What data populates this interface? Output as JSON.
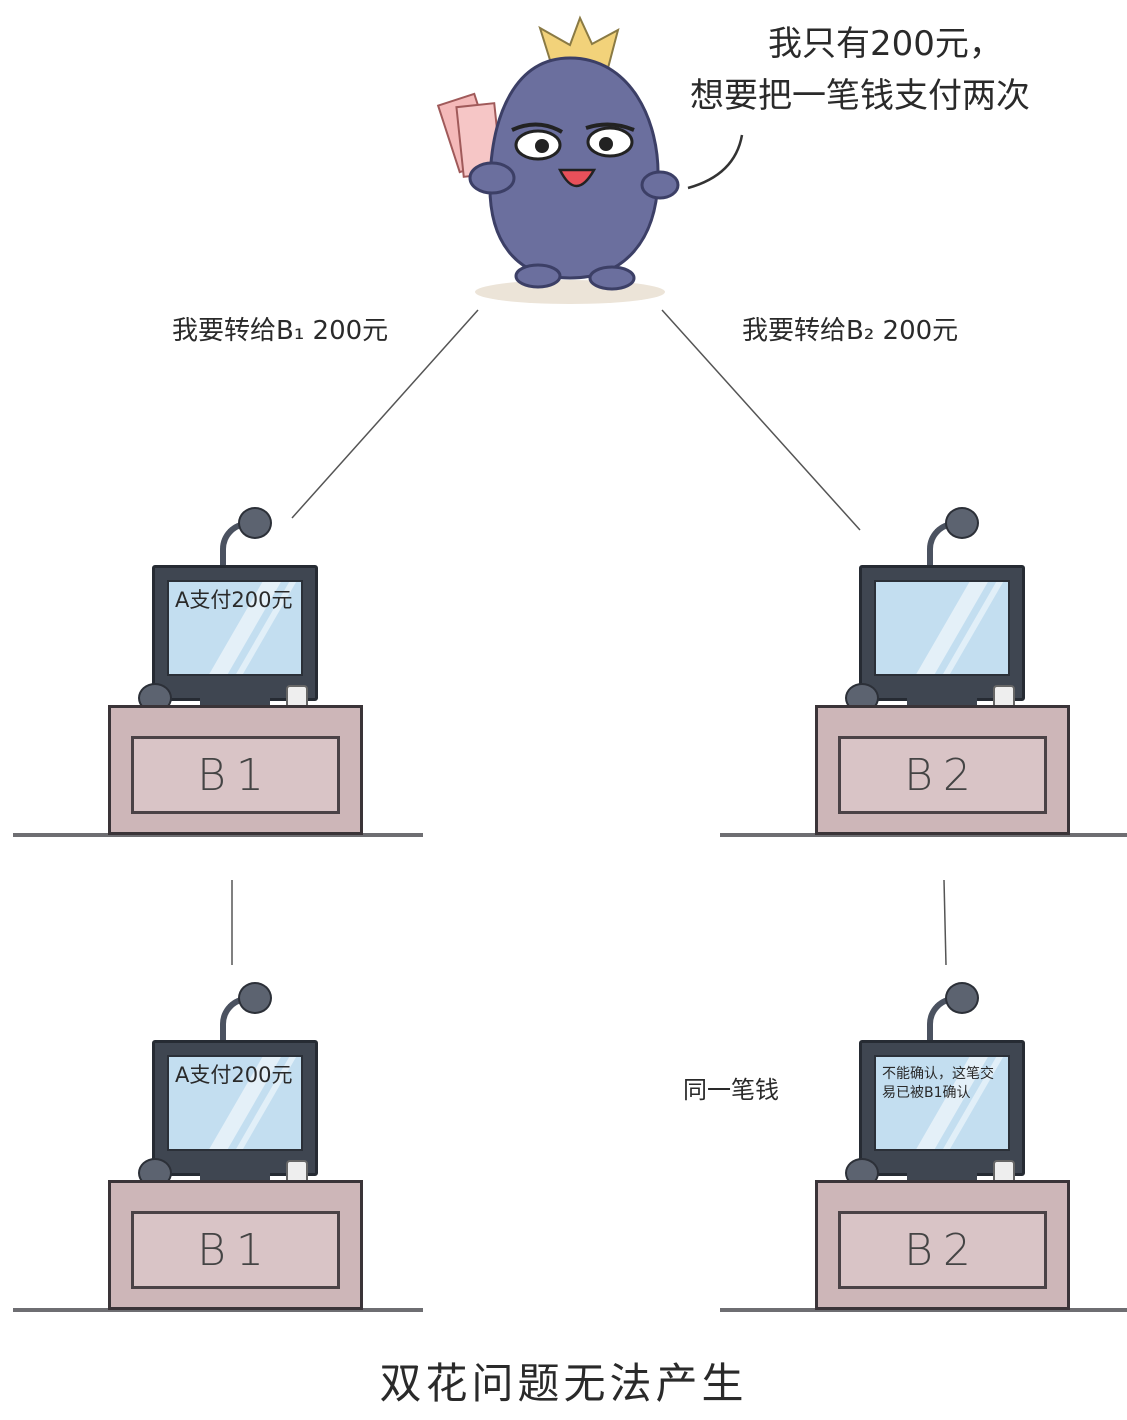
{
  "speech": {
    "line1": "我只有200元，",
    "line2": "想要把一笔钱支付两次"
  },
  "labels": {
    "left_route": "我要转给B₁ 200元",
    "right_route": "我要转给B₂ 200元"
  },
  "stations": {
    "b1_top": {
      "desk": "B1",
      "screen": "A支付200元"
    },
    "b2_top": {
      "desk": "B2",
      "screen": ""
    },
    "b1_bottom": {
      "desk": "B1",
      "screen": "A支付200元"
    },
    "b2_bottom": {
      "desk": "B2",
      "screen": "不能确认，这笔交易已被B1确认"
    }
  },
  "note": "同一笔钱",
  "caption": "双花问题无法产生",
  "colors": {
    "creature": "#6b6f9e",
    "desk": "#cdb6b8",
    "screen": "#c3def0",
    "monitor": "#3f4651"
  }
}
